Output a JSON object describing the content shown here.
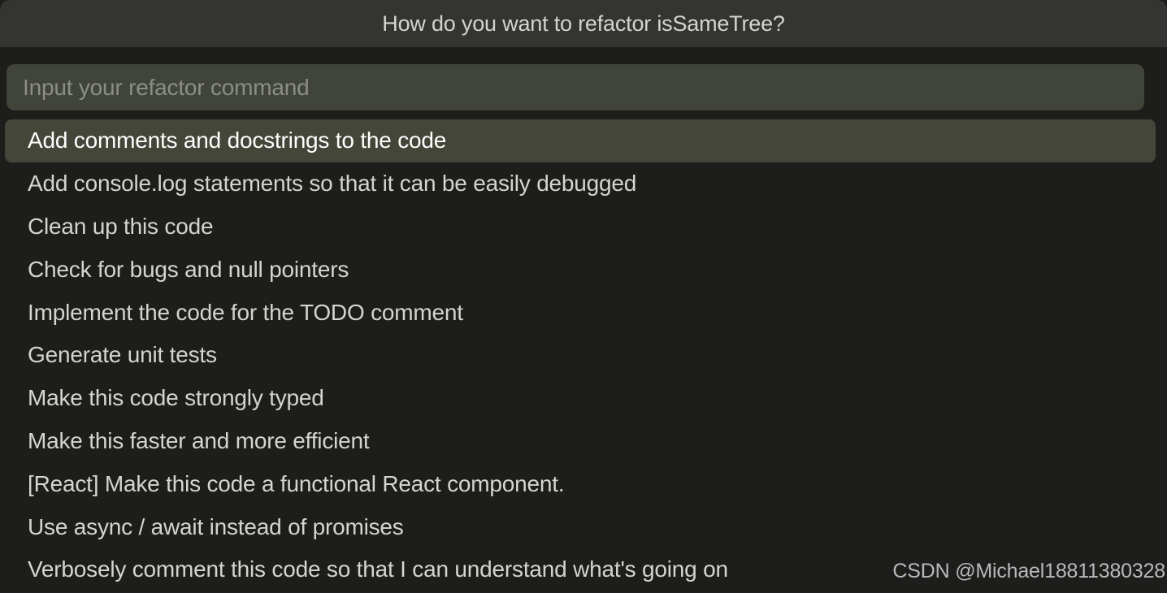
{
  "dialog": {
    "title": "How do you want to refactor isSameTree?",
    "input": {
      "placeholder": "Input your refactor command",
      "value": ""
    },
    "options": [
      {
        "label": "Add comments and docstrings to the code",
        "selected": true
      },
      {
        "label": "Add console.log statements so that it can be easily debugged",
        "selected": false
      },
      {
        "label": "Clean up this code",
        "selected": false
      },
      {
        "label": "Check for bugs and null pointers",
        "selected": false
      },
      {
        "label": "Implement the code for the TODO comment",
        "selected": false
      },
      {
        "label": "Generate unit tests",
        "selected": false
      },
      {
        "label": "Make this code strongly typed",
        "selected": false
      },
      {
        "label": "Make this faster and more efficient",
        "selected": false
      },
      {
        "label": "[React] Make this code a functional React component.",
        "selected": false
      },
      {
        "label": "Use async / await instead of promises",
        "selected": false
      },
      {
        "label": "Verbosely comment this code so that I can understand what's going on",
        "selected": false
      }
    ]
  },
  "watermark": "CSDN @Michael18811380328",
  "colors": {
    "background": "#1d1d1b",
    "titlebar_bg": "#343432",
    "titlebar_text": "#d3d3d1",
    "input_bg": "#41443b",
    "input_placeholder": "#8b8e85",
    "selection_bg": "#434639",
    "selection_text": "#ffffff",
    "item_text": "#d4d4d2",
    "watermark_text": "#b9b9b9"
  }
}
